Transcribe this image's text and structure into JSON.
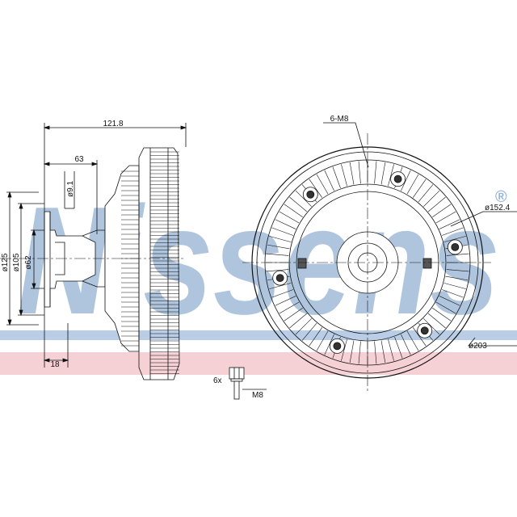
{
  "watermark": {
    "brand_text": "Nissens",
    "registered_mark": "®",
    "brand_color": "#6f96c4",
    "band_pink": "#f2c6cc",
    "band_blue": "#a8c2e0"
  },
  "side_view": {
    "dim_overall_length": "121.8",
    "dim_length_63": "63",
    "dim_bore_9_1": "ø9.1",
    "dim_dia_125": "ø125",
    "dim_dia_105": "ø105",
    "dim_dia_62": "ø62",
    "dim_hub_18": "18"
  },
  "front_view": {
    "dim_threads": "6-M8",
    "dim_bolt_circle": "ø152.4",
    "dim_outer_dia": "ø203"
  },
  "bolt_detail": {
    "qty_label": "6x",
    "thread_label": "M8"
  }
}
